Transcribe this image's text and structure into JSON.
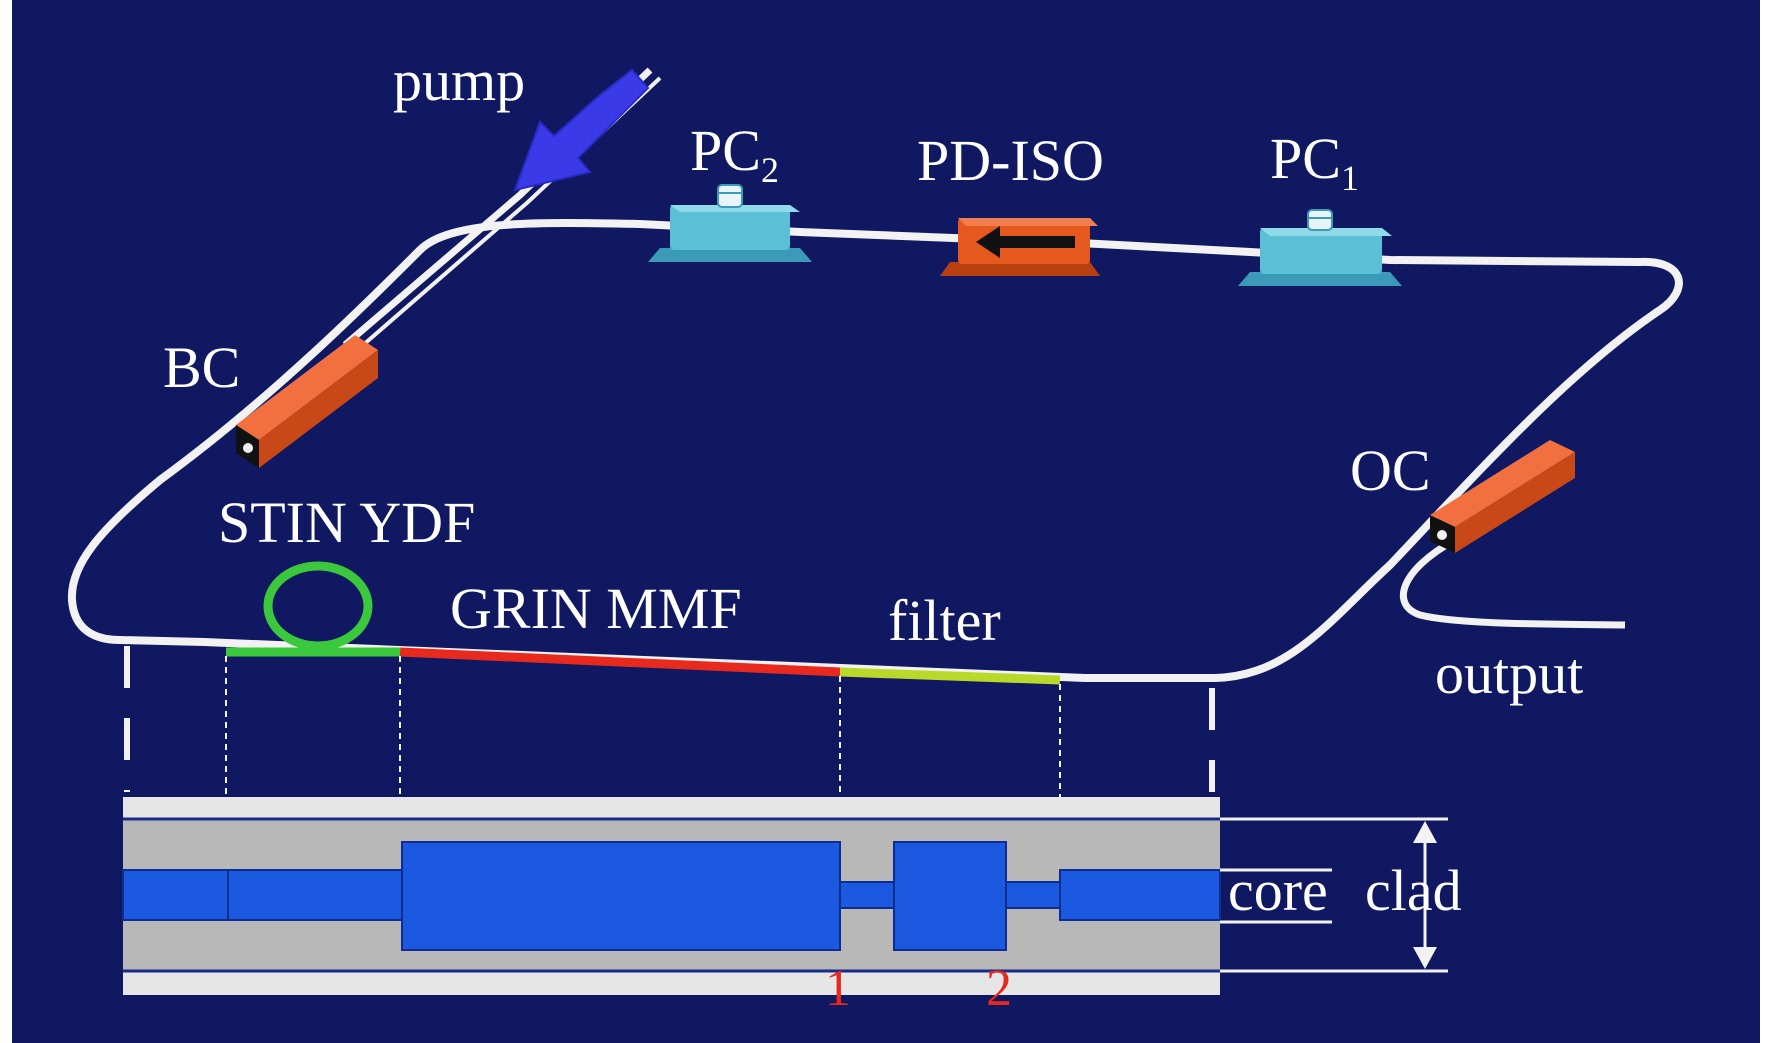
{
  "labels": {
    "pump": "pump",
    "pc2": "PC",
    "pc2_sub": "2",
    "pdiso": "PD-ISO",
    "pc1": "PC",
    "pc1_sub": "1",
    "bc": "BC",
    "oc": "OC",
    "stin_ydf": "STIN YDF",
    "grin_mmf": "GRIN MMF",
    "filter": "filter",
    "output": "output",
    "core": "core",
    "clad": "clad",
    "marker1": "1",
    "marker2": "2"
  },
  "colors": {
    "background": "#0f1860",
    "fiber": "#f2f2f2",
    "pump_arrow": "#3a3ae8",
    "coupler": "#e5581e",
    "polarization_controller": "#5bbfd6",
    "isolator": "#e5581e",
    "ydf_segment": "#3cc83c",
    "mmf_segment": "#e82a1e",
    "filter_segment": "#b8d82a",
    "profile_core": "#1b5ae0",
    "profile_cladding": "#b8b8b8",
    "profile_coating": "#e6e6e6",
    "marker_text": "#e8281e"
  }
}
